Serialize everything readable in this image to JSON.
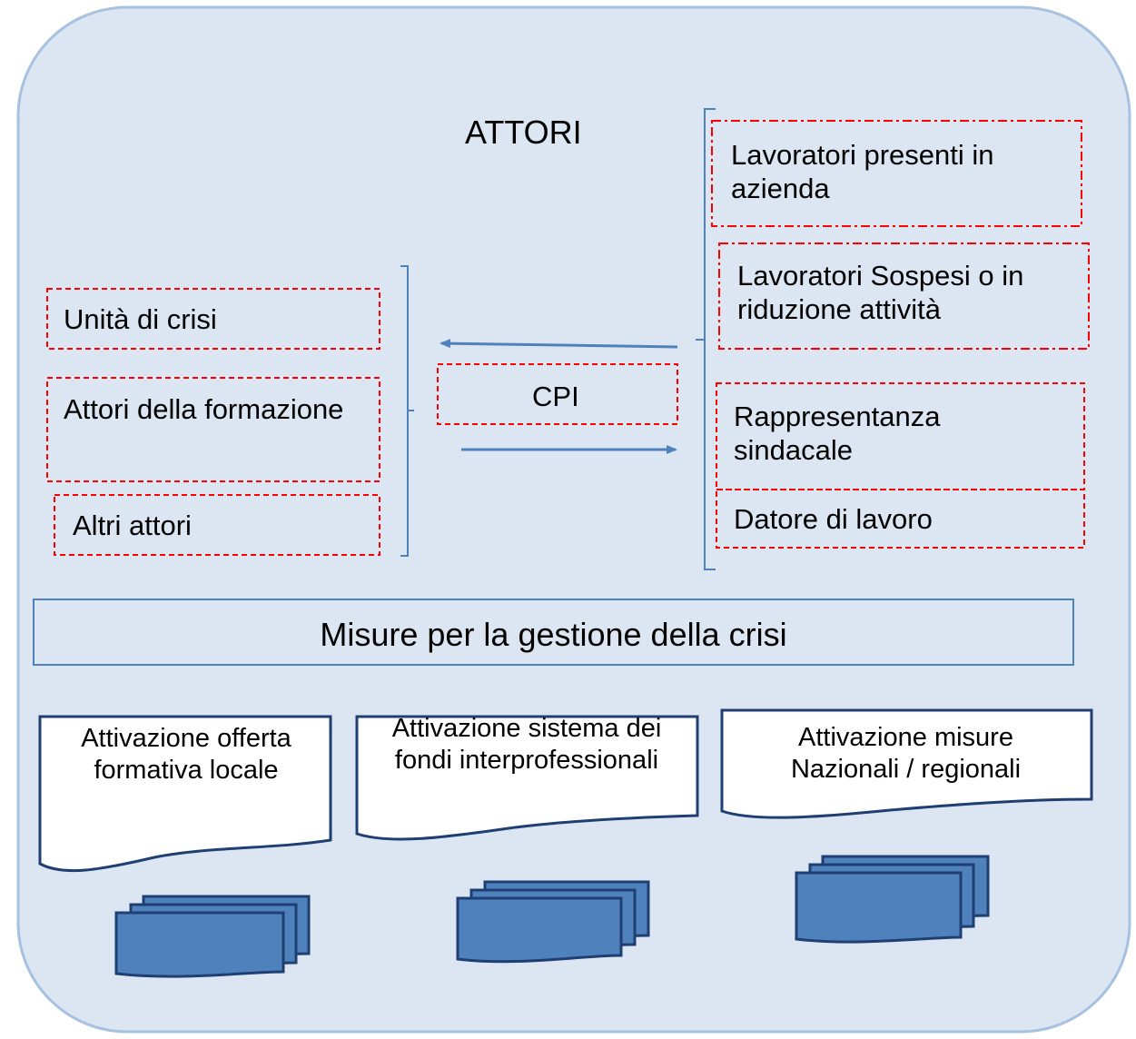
{
  "title": "ATTORI",
  "center": {
    "cpi": "CPI"
  },
  "left_actors": [
    "Unità di crisi",
    "Attori della formazione",
    "Altri attori"
  ],
  "right_actors": [
    "Lavoratori presenti in azienda",
    "Lavoratori Sospesi o in riduzione attività",
    "Rappresentanza sindacale",
    "Datore di lavoro"
  ],
  "measures": {
    "title": "Misure per la gestione della crisi",
    "docs": [
      "Attivazione offerta formativa locale",
      "Attivazione sistema dei fondi interprofessionali",
      "Attivazione misure Nazionali / regionali"
    ]
  },
  "colors": {
    "background": "#dce6f2",
    "frame": "#a7c1e0",
    "dashed_border": "#ff0000",
    "arrow": "#4f81bd",
    "bracket": "#4f81bd",
    "stack_fill": "#4f81bd",
    "stack_border": "#1f3f73",
    "doc_border": "#1f3f73"
  }
}
